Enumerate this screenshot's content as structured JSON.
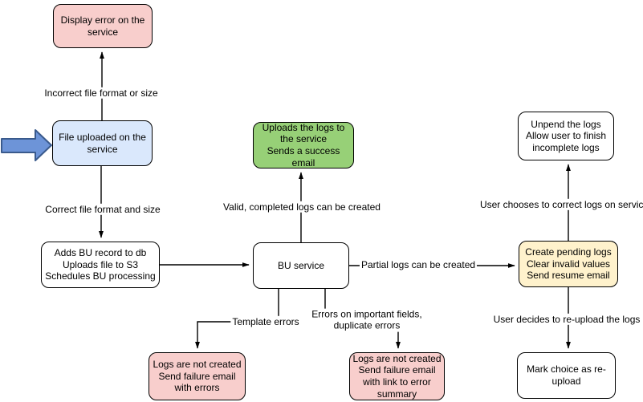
{
  "diagram": {
    "colors": {
      "node_border": "#000000",
      "edge_color": "#000000",
      "pink_fill": "#F8CECC",
      "blue_fill": "#DAE8FC",
      "green_fill": "#97D077",
      "yellow_fill": "#FFF2CC",
      "white_fill": "#FFFFFF",
      "start_arrow_fill": "#6D94D8",
      "start_arrow_stroke": "#3A5A8C"
    },
    "nodes": {
      "display_error": "Display error on the\nservice",
      "file_uploaded": "File uploaded on the\nservice",
      "adds_bu_record": "Adds BU record to db\nUploads file to S3\nSchedules BU processing",
      "bu_service": "BU service",
      "upload_success": "Uploads the logs to\nthe service\nSends a success\nemail",
      "create_pending": "Create pending logs\nClear invalid values\nSend resume email",
      "unpend_logs": "Unpend the logs\nAllow user to finish\nincomplete logs",
      "mark_choice": "Mark choice as re-\nupload",
      "logs_not_created_1": "Logs are not created\nSend failure email\nwith errors",
      "logs_not_created_2": "Logs are not created\nSend failure email\nwith link to error\nsummary"
    },
    "edge_labels": {
      "incorrect": "Incorrect file format or size",
      "correct": "Correct file format and size",
      "valid": "Valid, completed logs can be created",
      "partial": "Partial logs can be created",
      "template": "Template errors",
      "important": "Errors on important fields,\nduplicate errors",
      "choose_correct": "User chooses to correct logs on service",
      "reupload": "User decides to re-upload the logs"
    }
  }
}
